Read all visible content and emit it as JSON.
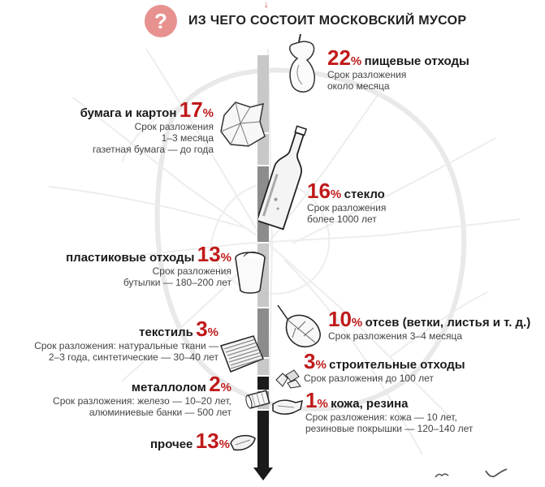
{
  "header": {
    "question_mark": "?",
    "title": "ИЗ ЧЕГО СОСТОИТ МОСКОВСКИЙ МУСОР"
  },
  "colors": {
    "accent_red": "#c01a1a",
    "badge_pink": "#e7928f",
    "scale_dark": "#1a1a1a",
    "scale_mid": "#8c8c8c",
    "scale_light": "#c8c8c8"
  },
  "items": {
    "food": {
      "num": "22",
      "sign": "%",
      "label": "пищевые отходы",
      "desc": [
        "Срок разложения",
        "около месяца"
      ],
      "icon": "apple-core-icon"
    },
    "paper": {
      "num": "17",
      "sign": "%",
      "label": "бумага и картон",
      "desc": [
        "Срок разложения",
        "1–3 месяца",
        "газетная бумага — до года"
      ],
      "icon": "crumpled-paper-icon"
    },
    "glass": {
      "num": "16",
      "sign": "%",
      "label": "стекло",
      "desc": [
        "Срок разложения",
        "более 1000 лет"
      ],
      "icon": "glass-bottle-icon"
    },
    "plastic": {
      "num": "13",
      "sign": "%",
      "label": "пластиковые отходы",
      "desc": [
        "Срок разложения",
        "бутылки — 180–200 лет"
      ],
      "icon": "plastic-cup-icon"
    },
    "screenings": {
      "num": "10",
      "sign": "%",
      "label": "отсев (ветки, листья и т. д.)",
      "desc": [
        "Срок разложения 3–4 месяца"
      ],
      "icon": "leaf-icon"
    },
    "textile": {
      "num": "3",
      "sign": "%",
      "label": "текстиль",
      "desc": [
        "Срок разложения: натуральные ткани —",
        "2–3 года, синтетические — 30–40 лет"
      ],
      "icon": "fabric-icon"
    },
    "construction": {
      "num": "3",
      "sign": "%",
      "label": "строительные отходы",
      "desc": [
        "Срок разложения до 100 лет"
      ],
      "icon": "rubble-icon"
    },
    "metal": {
      "num": "2",
      "sign": "%",
      "label": "металлолом",
      "desc": [
        "Срок разложения: железо — 10–20 лет,",
        "алюминиевые банки — 500 лет"
      ],
      "icon": "tin-can-icon"
    },
    "leather": {
      "num": "1",
      "sign": "%",
      "label": "кожа, резина",
      "desc": [
        "Срок разложения: кожа — 10 лет,",
        "резиновые покрышки — 120–140 лет"
      ],
      "icon": "leather-glove-icon"
    },
    "other": {
      "num": "13",
      "sign": "%",
      "label": "прочее",
      "desc": [],
      "icon": "misc-wrapper-icon"
    }
  }
}
